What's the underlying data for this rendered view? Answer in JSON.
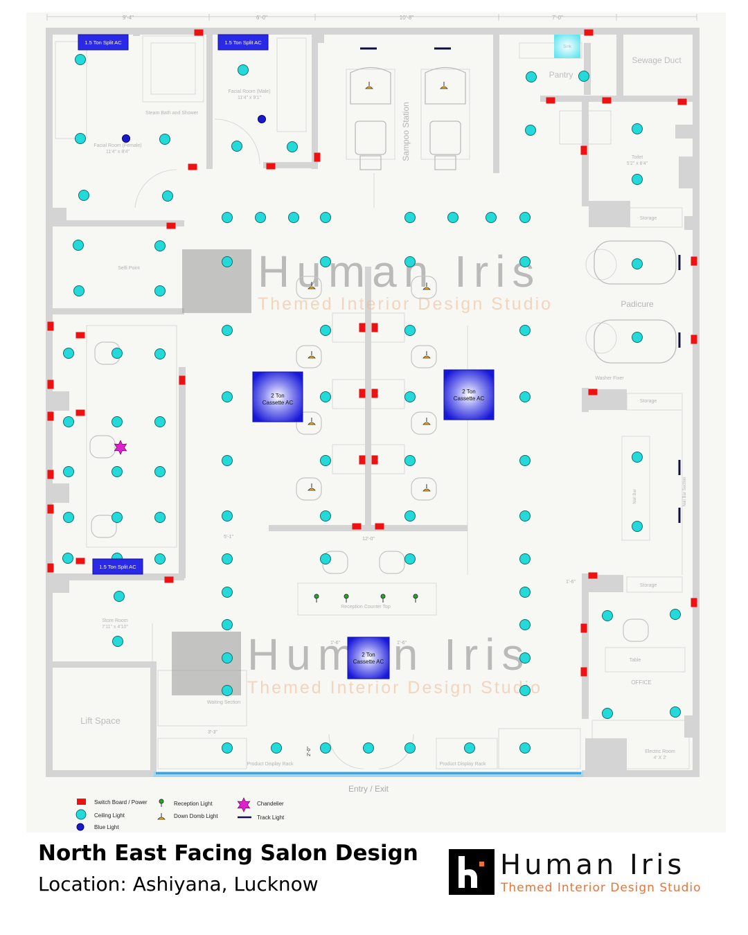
{
  "rooms": {
    "facial_female": "Facial Room (Female)",
    "facial_female_size": "11'4\" x 8'4\"",
    "steam_bath": "Steam Bath and Shower",
    "facial_male": "Facial Room (Male)",
    "facial_male_size": "11'4\" x 9'1\"",
    "shampoo": "Sampoo Station",
    "pantry": "Pantry",
    "sewage": "Sewage Duct",
    "toilet": "Toilet",
    "toilet_size": "5'2\" x 8'4\"",
    "storage": "Storage",
    "selfi": "Selfi Point",
    "padicure": "Padicure",
    "washer": "Washer Fixer",
    "store_room": "Store Room",
    "store_room_size": "7'11\" x 4'10\"",
    "lift": "Lift  Space",
    "reception": "Reception Counter Top",
    "waiting": "Waiting Section",
    "product_rack": "Product Display Rack",
    "office": "OFFICE",
    "table": "Table",
    "electric": "Electric Room",
    "electric_size": "4' X 2'",
    "entry": "Entry / Exit",
    "nail_bar": "Nail Bar",
    "nail_bar_section": "Nail Bar Section"
  },
  "equipment": {
    "ac_split": "1.5 Ton Split  AC",
    "ac_cassette_line1": "2 Ton",
    "ac_cassette_line2": "Cassette AC",
    "sink": "Sink"
  },
  "dimensions": {
    "d1": "9'-4\"",
    "d2": "6'-0\"",
    "d3": "10'-8\"",
    "d4": "7'-0\"",
    "d5": "12'-0\"",
    "d6": "5'-1\"",
    "d7": "1'-6\"",
    "d8": "2'-0\"",
    "d9": "3'-3\""
  },
  "watermark": {
    "name": "Human Iris",
    "tagline": "Themed Interior Design Studio"
  },
  "legend": {
    "switch": "Switch Board / Power",
    "ceiling": "Ceiling Light",
    "blue": "Blue Light",
    "reception": "Reception Light",
    "down": "Down Domb Light",
    "chandelier": "Chandelier",
    "track": "Track Light"
  },
  "footer": {
    "title": "North East Facing Salon Design",
    "location": "Location: Ashiyana, Lucknow",
    "brand_name": "Human Iris",
    "brand_tagline": "Themed Interior Design Studio"
  },
  "colors": {
    "ceiling_light": "#24d9d9",
    "switch_board": "#ee1111",
    "ac_blue": "#2a2ae6",
    "wall": "#d4d4d4",
    "track_light": "#101040",
    "chandelier": "#e020d0",
    "accent_orange": "#e8743b"
  }
}
